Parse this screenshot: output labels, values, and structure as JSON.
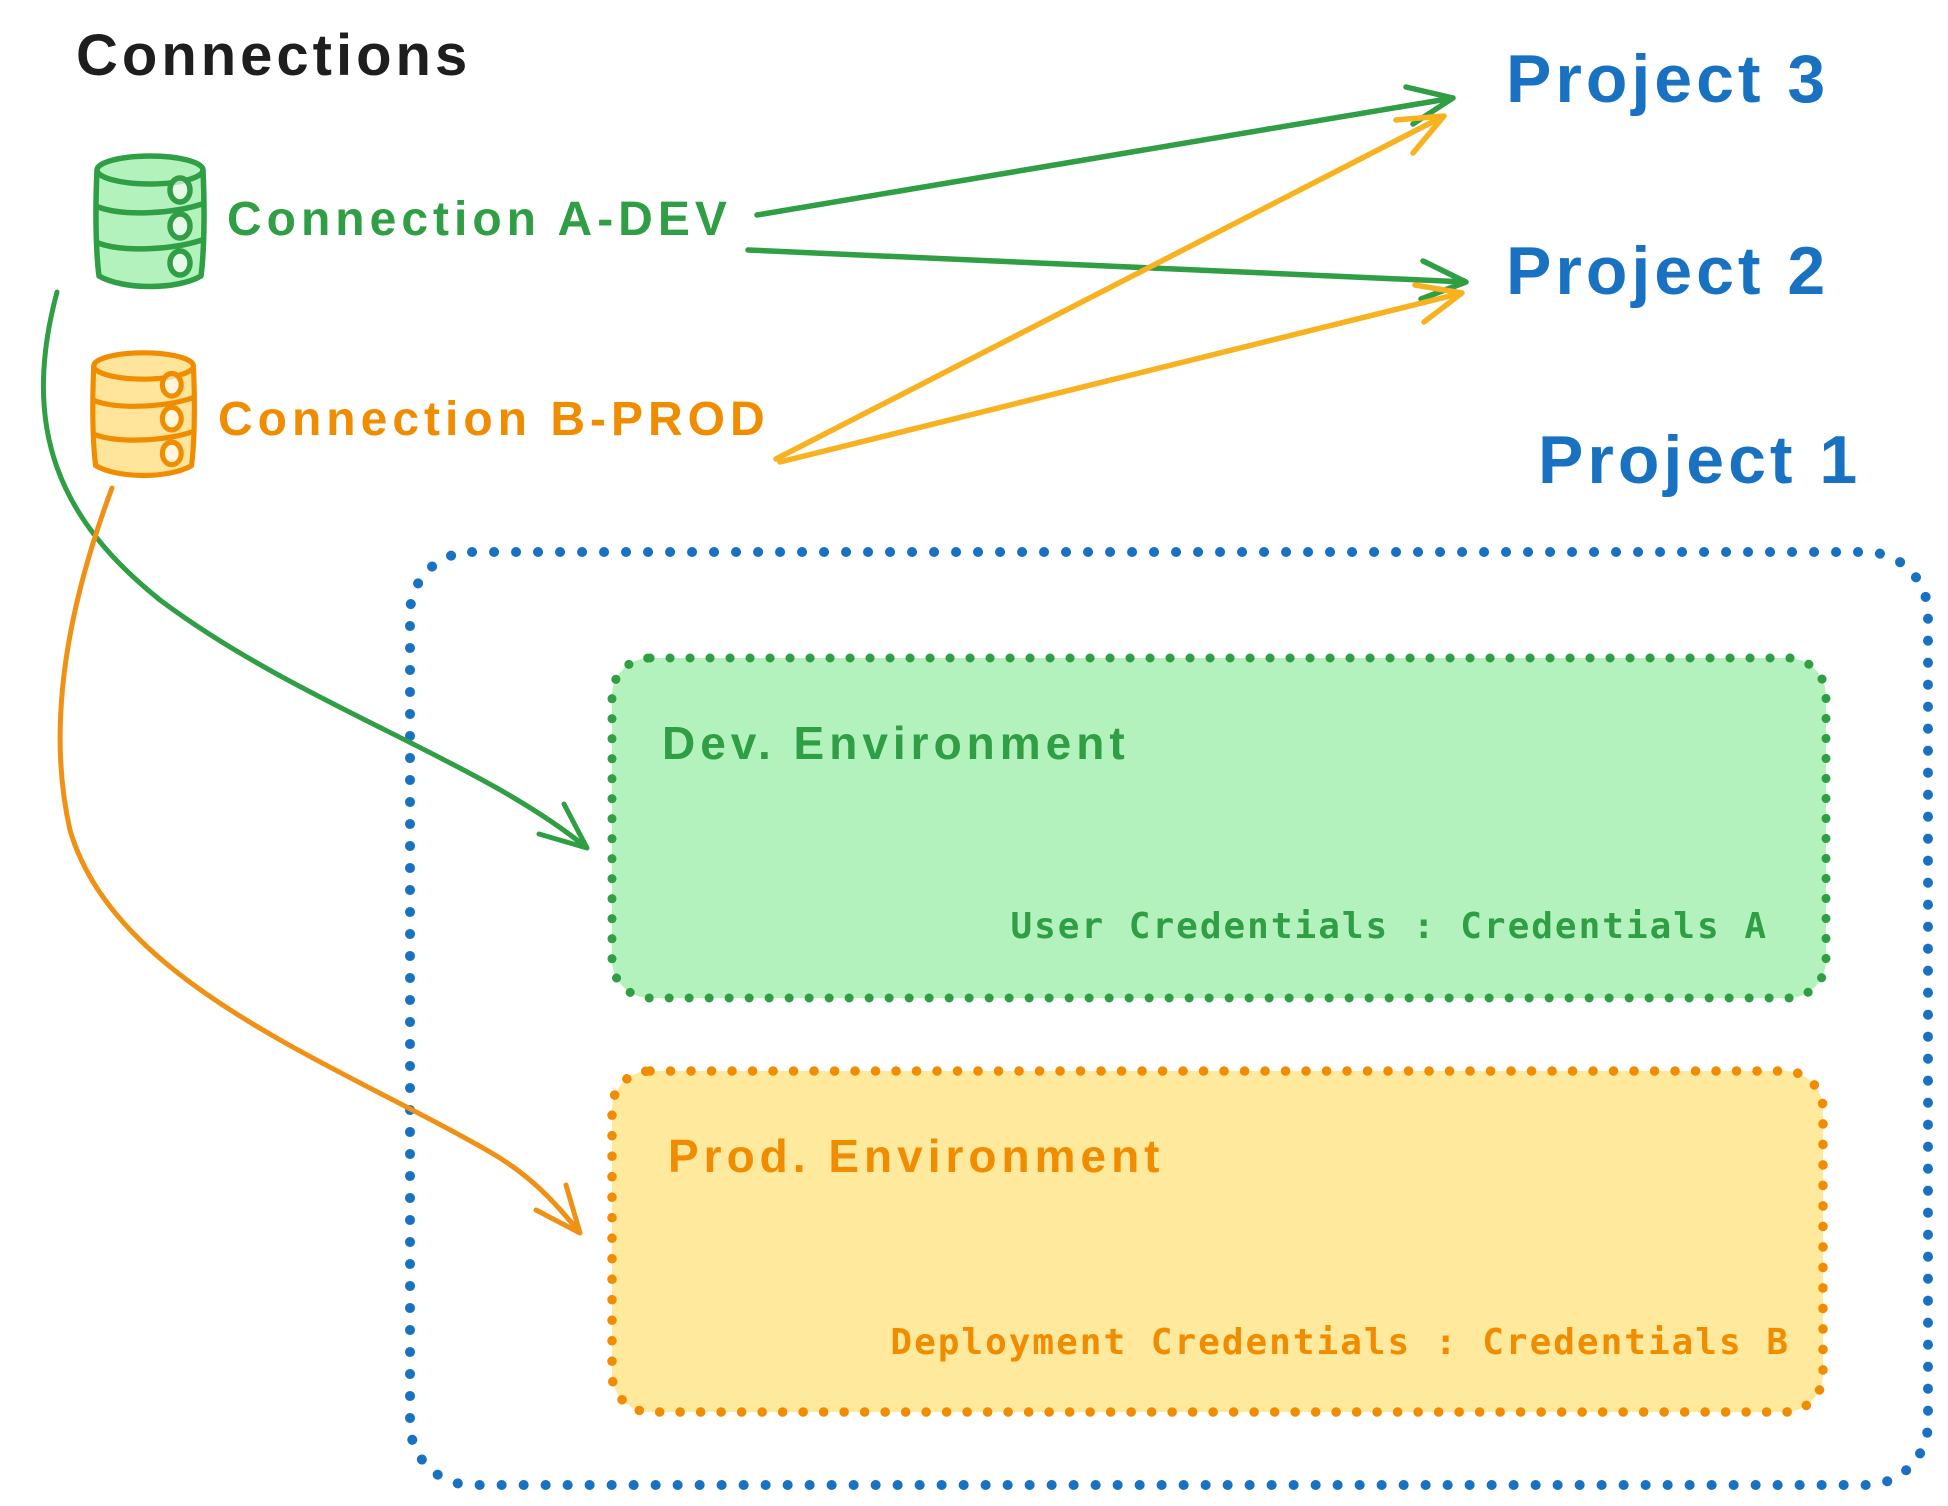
{
  "diagram": {
    "title": "Connections",
    "connections": [
      {
        "id": "a-dev",
        "label": "Connection A-DEV",
        "icon": "database-icon",
        "color": "#2f9e44"
      },
      {
        "id": "b-prod",
        "label": "Connection B-PROD",
        "icon": "database-icon",
        "color": "#f08c00"
      }
    ],
    "projects": [
      {
        "label": "Project 3"
      },
      {
        "label": "Project 2"
      },
      {
        "label": "Project 1"
      }
    ],
    "project1_detail": {
      "environments": [
        {
          "title": "Dev. Environment",
          "credentials": "User Credentials : Credentials A",
          "stroke_color": "#2f9e44",
          "fill_color": "#b4f2bd"
        },
        {
          "title": "Prod. Environment",
          "credentials": "Deployment Credentials : Credentials B",
          "stroke_color": "#f08c00",
          "fill_color": "#ffe99c"
        }
      ]
    },
    "edges": [
      {
        "from": "Connection A-DEV",
        "to": "Project 3",
        "color": "#2f9e44"
      },
      {
        "from": "Connection A-DEV",
        "to": "Project 2",
        "color": "#2f9e44"
      },
      {
        "from": "Connection A-DEV",
        "to": "Dev. Environment",
        "color": "#2f9e44"
      },
      {
        "from": "Connection B-PROD",
        "to": "Project 3",
        "color": "#f9b21f"
      },
      {
        "from": "Connection B-PROD",
        "to": "Project 2",
        "color": "#f9b21f"
      },
      {
        "from": "Connection B-PROD",
        "to": "Prod. Environment",
        "color": "#ef9114"
      }
    ],
    "colors": {
      "title_black": "#1e1e1e",
      "blue": "#1971c2",
      "green": "#2f9e44",
      "green_fill": "#b4f2bd",
      "orange": "#f08c00",
      "yellow_fill": "#ffe99c",
      "arrow_yellow": "#f9b21f",
      "db_green_fill": "#b4f2bd",
      "db_yellow_fill": "#ffe49b"
    }
  }
}
